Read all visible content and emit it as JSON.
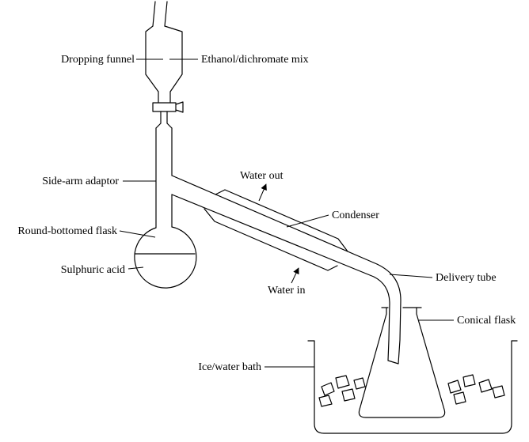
{
  "diagram": {
    "type": "chemistry-apparatus-distillation-setup",
    "labels": {
      "dropping_funnel": "Dropping funnel",
      "ethanol_dichromate_mix": "Ethanol/dichromate mix",
      "side_arm_adaptor": "Side-arm adaptor",
      "water_out": "Water out",
      "condenser": "Condenser",
      "round_bottomed_flask": "Round-bottomed flask",
      "sulphuric_acid": "Sulphuric acid",
      "water_in": "Water in",
      "delivery_tube": "Delivery tube",
      "conical_flask": "Conical flask",
      "ice_water_bath": "Ice/water bath"
    },
    "colors": {
      "line": "#000000",
      "background": "#ffffff"
    }
  }
}
